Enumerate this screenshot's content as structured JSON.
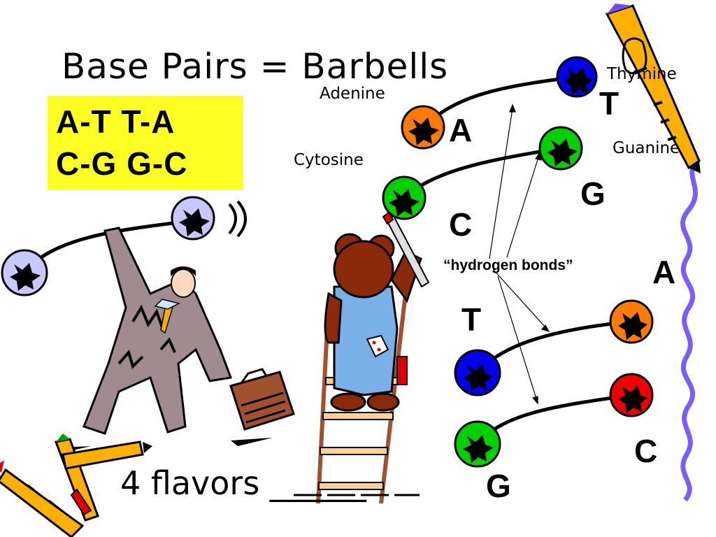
{
  "slide": {
    "title": "Base Pairs = Barbells",
    "pairs": [
      "A-T   T-A",
      "C-G   G-C"
    ],
    "pairs_box_color": "#ffff24",
    "base_names": {
      "adenine": "Adenine",
      "thymine": "Thymine",
      "cytosine": "Cytosine",
      "guanine": "Guanine"
    },
    "letters": {
      "a_top": "A",
      "t_top": "T",
      "g_top": "G",
      "c_top": "C",
      "a_mid": "A",
      "t_mid": "T",
      "c_bot": "C",
      "g_bot": "G"
    },
    "hydrogen_bonds": "“hydrogen bonds”",
    "flavors": "4 flavors ______"
  },
  "colors": {
    "adenine": "#ff7a00",
    "thymine": "#0000ee",
    "cytosine": "#00d000",
    "guanine": "#00d000",
    "c_pair": "#ee0000",
    "squiggle": "#7b5cff"
  }
}
